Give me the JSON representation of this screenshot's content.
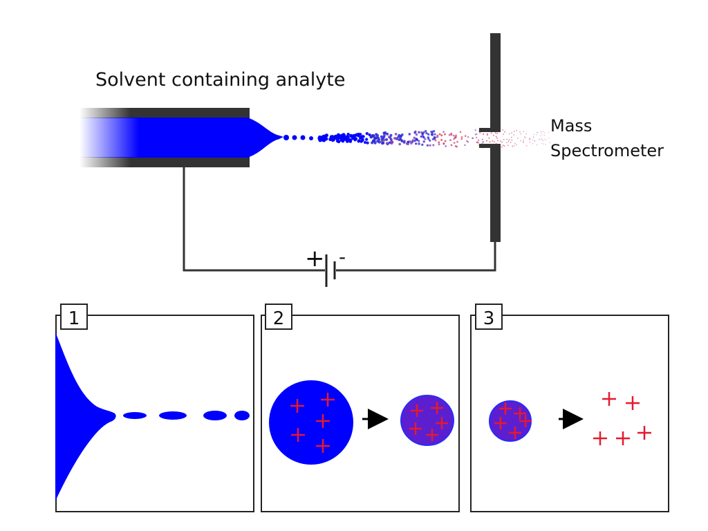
{
  "labels": {
    "solvent": "Solvent containing analyte",
    "mass_line1": "Mass",
    "mass_line2": "Spectrometer",
    "battery_plus": "+",
    "battery_minus": "-"
  },
  "panels": [
    {
      "label": "1"
    },
    {
      "label": "2"
    },
    {
      "label": "3"
    }
  ],
  "colors": {
    "solvent_blue": "#0000ff",
    "charged_droplet": "#5b1fd0",
    "charge_red": "#e6192e",
    "metal": "#333333",
    "outline": "#222222"
  }
}
